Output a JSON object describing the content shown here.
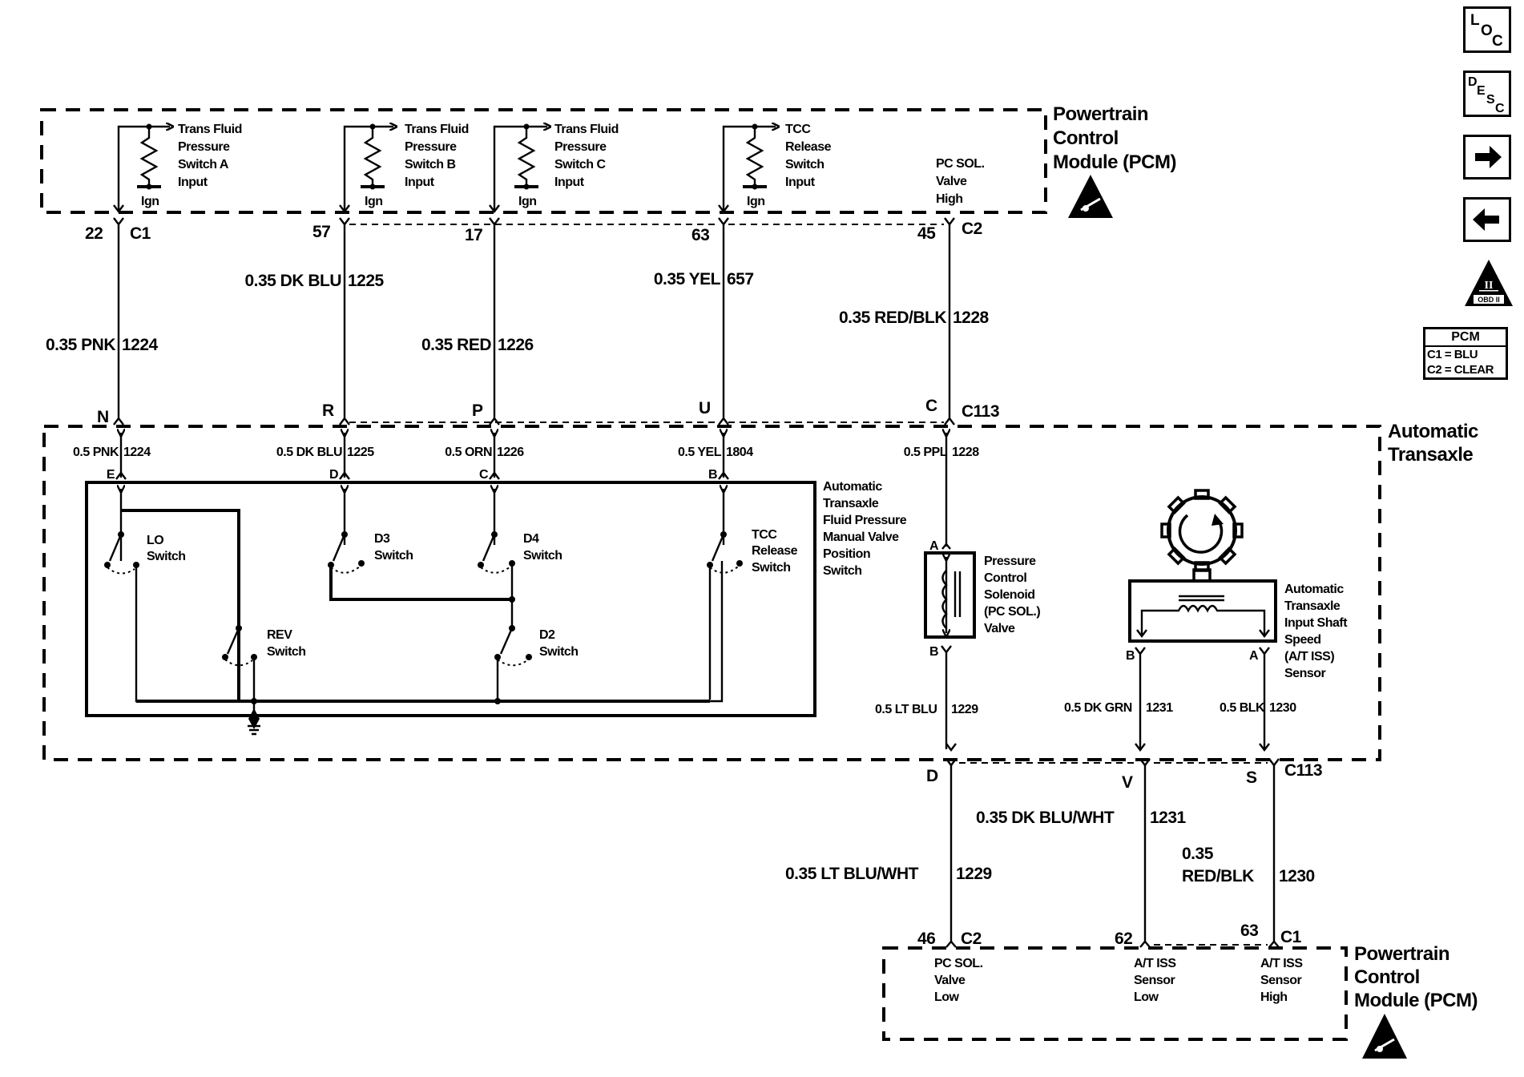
{
  "nav_icons": {
    "loc": {
      "label": "LOC",
      "letters": [
        "L",
        "O",
        "C"
      ]
    },
    "desc": {
      "label": "DESC",
      "letters": [
        "D",
        "E",
        "S",
        "C"
      ]
    },
    "next": {
      "label": "Next"
    },
    "prev": {
      "label": "Previous"
    },
    "obd": {
      "label": "OBD II",
      "numeral": "II",
      "badge": "OBD II"
    }
  },
  "legend": {
    "title": "PCM",
    "rows": [
      "C1 = BLU",
      "C2 = CLEAR"
    ]
  },
  "top_pcm": {
    "title_lines": [
      "Powertrain",
      "Control",
      "Module (PCM)"
    ],
    "inputs": [
      {
        "lines": [
          "Trans Fluid",
          "Pressure",
          "Switch A",
          "Input"
        ],
        "ign": "Ign"
      },
      {
        "lines": [
          "Trans Fluid",
          "Pressure",
          "Switch B",
          "Input"
        ],
        "ign": "Ign"
      },
      {
        "lines": [
          "Trans Fluid",
          "Pressure",
          "Switch C",
          "Input"
        ],
        "ign": "Ign"
      },
      {
        "lines": [
          "TCC",
          "Release",
          "Switch",
          "Input"
        ],
        "ign": "Ign"
      }
    ],
    "output": {
      "lines": [
        "PC SOL.",
        "Valve",
        "High"
      ]
    },
    "pins": [
      {
        "pin": "22",
        "connector": "C1"
      },
      {
        "pin": "57",
        "connector": ""
      },
      {
        "pin": "17",
        "connector": ""
      },
      {
        "pin": "63",
        "connector": ""
      },
      {
        "pin": "45",
        "connector": "C2"
      }
    ]
  },
  "upper_wires": [
    {
      "gauge_color": "0.35 PNK",
      "circuit": "1224",
      "c113_pin": "N"
    },
    {
      "gauge_color": "0.35 DK BLU",
      "circuit": "1225",
      "c113_pin": "R"
    },
    {
      "gauge_color": "0.35 RED",
      "circuit": "1226",
      "c113_pin": "P"
    },
    {
      "gauge_color": "0.35 YEL",
      "circuit": "657",
      "c113_pin": "U"
    },
    {
      "gauge_color": "0.35 RED/BLK",
      "circuit": "1228",
      "c113_pin": "C"
    }
  ],
  "c113_label": "C113",
  "transaxle": {
    "title_lines": [
      "Automatic",
      "Transaxle"
    ],
    "inner_wires": [
      {
        "gauge_color": "0.5 PNK",
        "circuit": "1224",
        "pin": "E"
      },
      {
        "gauge_color": "0.5 DK BLU",
        "circuit": "1225",
        "pin": "D"
      },
      {
        "gauge_color": "0.5 ORN",
        "circuit": "1226",
        "pin": "C"
      },
      {
        "gauge_color": "0.5 YEL",
        "circuit": "1804",
        "pin": "B"
      },
      {
        "gauge_color": "0.5 PPL",
        "circuit": "1228",
        "pin": ""
      }
    ],
    "switch_assembly": {
      "title_lines": [
        "Automatic",
        "Transaxle",
        "Fluid Pressure",
        "Manual Valve",
        "Position",
        "Switch"
      ],
      "switches": [
        {
          "name": "LO",
          "label": "Switch"
        },
        {
          "name": "D3",
          "label": "Switch"
        },
        {
          "name": "D4",
          "label": "Switch"
        },
        {
          "name": "TCC",
          "label2": "Release",
          "label": "Switch"
        },
        {
          "name": "REV",
          "label": "Switch"
        },
        {
          "name": "D2",
          "label": "Switch"
        }
      ]
    },
    "solenoid": {
      "title_lines": [
        "Pressure",
        "Control",
        "Solenoid",
        "(PC SOL.)",
        "Valve"
      ],
      "pin_top": "A",
      "pin_bottom": "B"
    },
    "iss_sensor": {
      "title_lines": [
        "Automatic",
        "Transaxle",
        "Input Shaft",
        "Speed",
        "(A/T ISS)",
        "Sensor"
      ],
      "pin_left": "B",
      "pin_right": "A"
    },
    "lower_wires": [
      {
        "gauge_color": "0.5 LT BLU",
        "circuit": "1229"
      },
      {
        "gauge_color": "0.5 DK GRN",
        "circuit": "1231"
      },
      {
        "gauge_color": "0.5 BLK",
        "circuit": "1230"
      }
    ]
  },
  "c113_lower": {
    "pins": [
      "D",
      "V",
      "S"
    ],
    "label": "C113"
  },
  "bottom_wires": [
    {
      "gauge_color": "0.35 LT BLU/WHT",
      "circuit": "1229"
    },
    {
      "gauge_color": "0.35 DK BLU/WHT",
      "circuit": "1231"
    },
    {
      "gauge_color_line1": "0.35",
      "gauge_color_line2": "RED/BLK",
      "circuit": "1230"
    }
  ],
  "bottom_pcm": {
    "title_lines": [
      "Powertrain",
      "Control",
      "Module (PCM)"
    ],
    "pins": [
      {
        "pin": "46",
        "connector": "C2"
      },
      {
        "pin": "62",
        "connector": ""
      },
      {
        "pin": "63",
        "connector": "C1"
      }
    ],
    "terminals": [
      {
        "lines": [
          "PC SOL.",
          "Valve",
          "Low"
        ]
      },
      {
        "lines": [
          "A/T ISS",
          "Sensor",
          "Low"
        ]
      },
      {
        "lines": [
          "A/T ISS",
          "Sensor",
          "High"
        ]
      }
    ]
  }
}
